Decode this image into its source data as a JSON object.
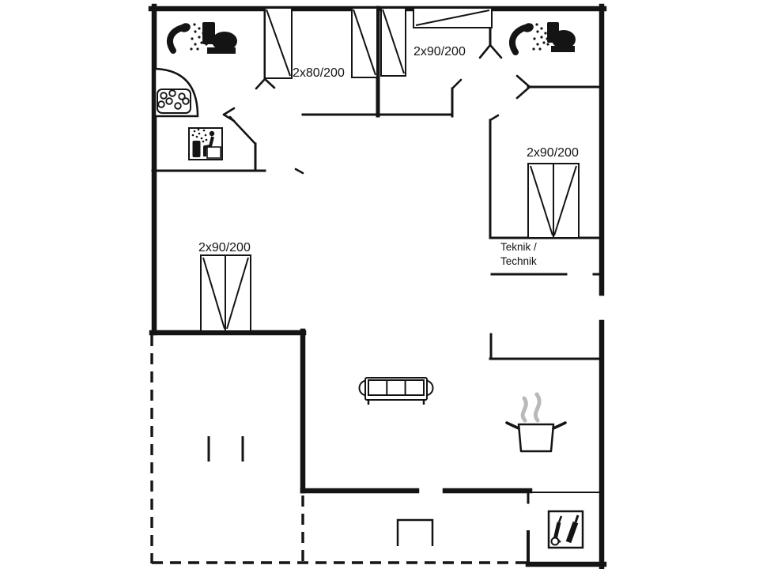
{
  "page": {
    "background": "#ffffff",
    "ink": "#141414",
    "steam_color": "#b9b9b9"
  },
  "floorplan": {
    "labels": {
      "bed_top_left": "2x80/200",
      "bed_top_middle": "2x90/200",
      "bed_right": "2x90/200",
      "bed_left": "2x90/200",
      "teknik_line1": "Teknik /",
      "teknik_line2": "Technik"
    },
    "icons": [
      "shower-icon",
      "toilet-icon",
      "whirlpool-icon",
      "sauna-icon",
      "wardrobe-icon",
      "bed-icon",
      "sofa-icon",
      "cooking-pot-icon",
      "cleaning-closet-icon",
      "doormat-icon"
    ]
  }
}
